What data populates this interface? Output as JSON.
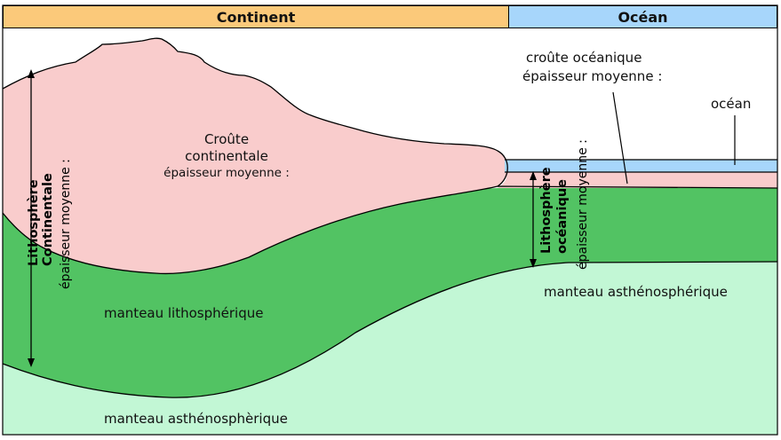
{
  "headers": {
    "continent": "Continent",
    "ocean": "Océan"
  },
  "labels": {
    "continental_crust_1": "Croûte",
    "continental_crust_2": "continentale",
    "continental_crust_thickness": "épaisseur moyenne :",
    "oceanic_crust_1": "croûte océanique",
    "oceanic_crust_2": "épaisseur moyenne :",
    "ocean": "océan",
    "lithospheric_mantle": "manteau lithosphérique",
    "asthenospheric_mantle_left": "manteau asthénosphèrique",
    "asthenospheric_mantle_right": "manteau asthénosphérique",
    "cont_litho_1": "Lithosphère",
    "cont_litho_2": "Continentale",
    "cont_litho_thickness": "épaisseur moyenne :",
    "ocean_litho_1": "Lithosphère",
    "ocean_litho_2": "océanique",
    "ocean_litho_thickness": "épaisseur moyenne :"
  },
  "colors": {
    "continent_header": "#fbc97a",
    "ocean_header": "#a7d6fb",
    "continental_crust": "#f9cccc",
    "lithospheric_mantle": "#52c363",
    "asthenosphere": "#c2f7d5",
    "ocean_water": "#a7d6fb",
    "oceanic_crust": "#f9cccc"
  }
}
